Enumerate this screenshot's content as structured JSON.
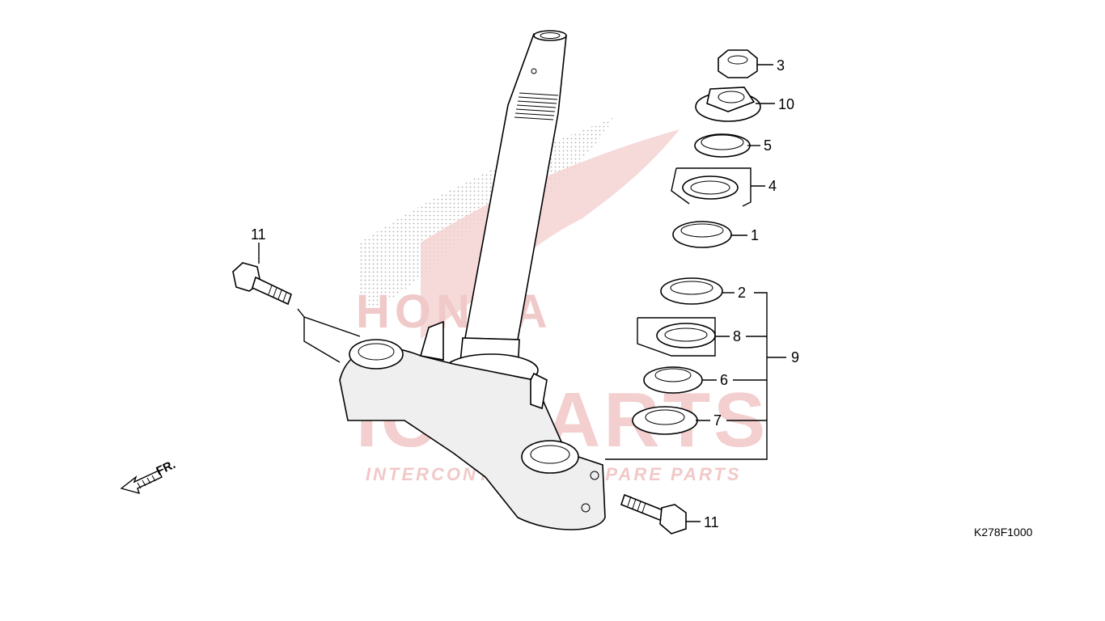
{
  "diagram": {
    "drawing_code": "K278F1000",
    "front_marker": "FR.",
    "callouts": [
      {
        "id": "c1",
        "label": "1"
      },
      {
        "id": "c2",
        "label": "2"
      },
      {
        "id": "c3",
        "label": "3"
      },
      {
        "id": "c4",
        "label": "4"
      },
      {
        "id": "c5",
        "label": "5"
      },
      {
        "id": "c6",
        "label": "6"
      },
      {
        "id": "c7",
        "label": "7"
      },
      {
        "id": "c8",
        "label": "8"
      },
      {
        "id": "c9",
        "label": "9"
      },
      {
        "id": "c10",
        "label": "10"
      },
      {
        "id": "c11a",
        "label": "11"
      },
      {
        "id": "c11b",
        "label": "11"
      }
    ]
  },
  "watermark": {
    "brand": "HONDA",
    "logo_text": "ICSPARTS",
    "tagline": "INTERCONTINENTAL SPARE PARTS",
    "accent_color": "#e8a0a0"
  }
}
